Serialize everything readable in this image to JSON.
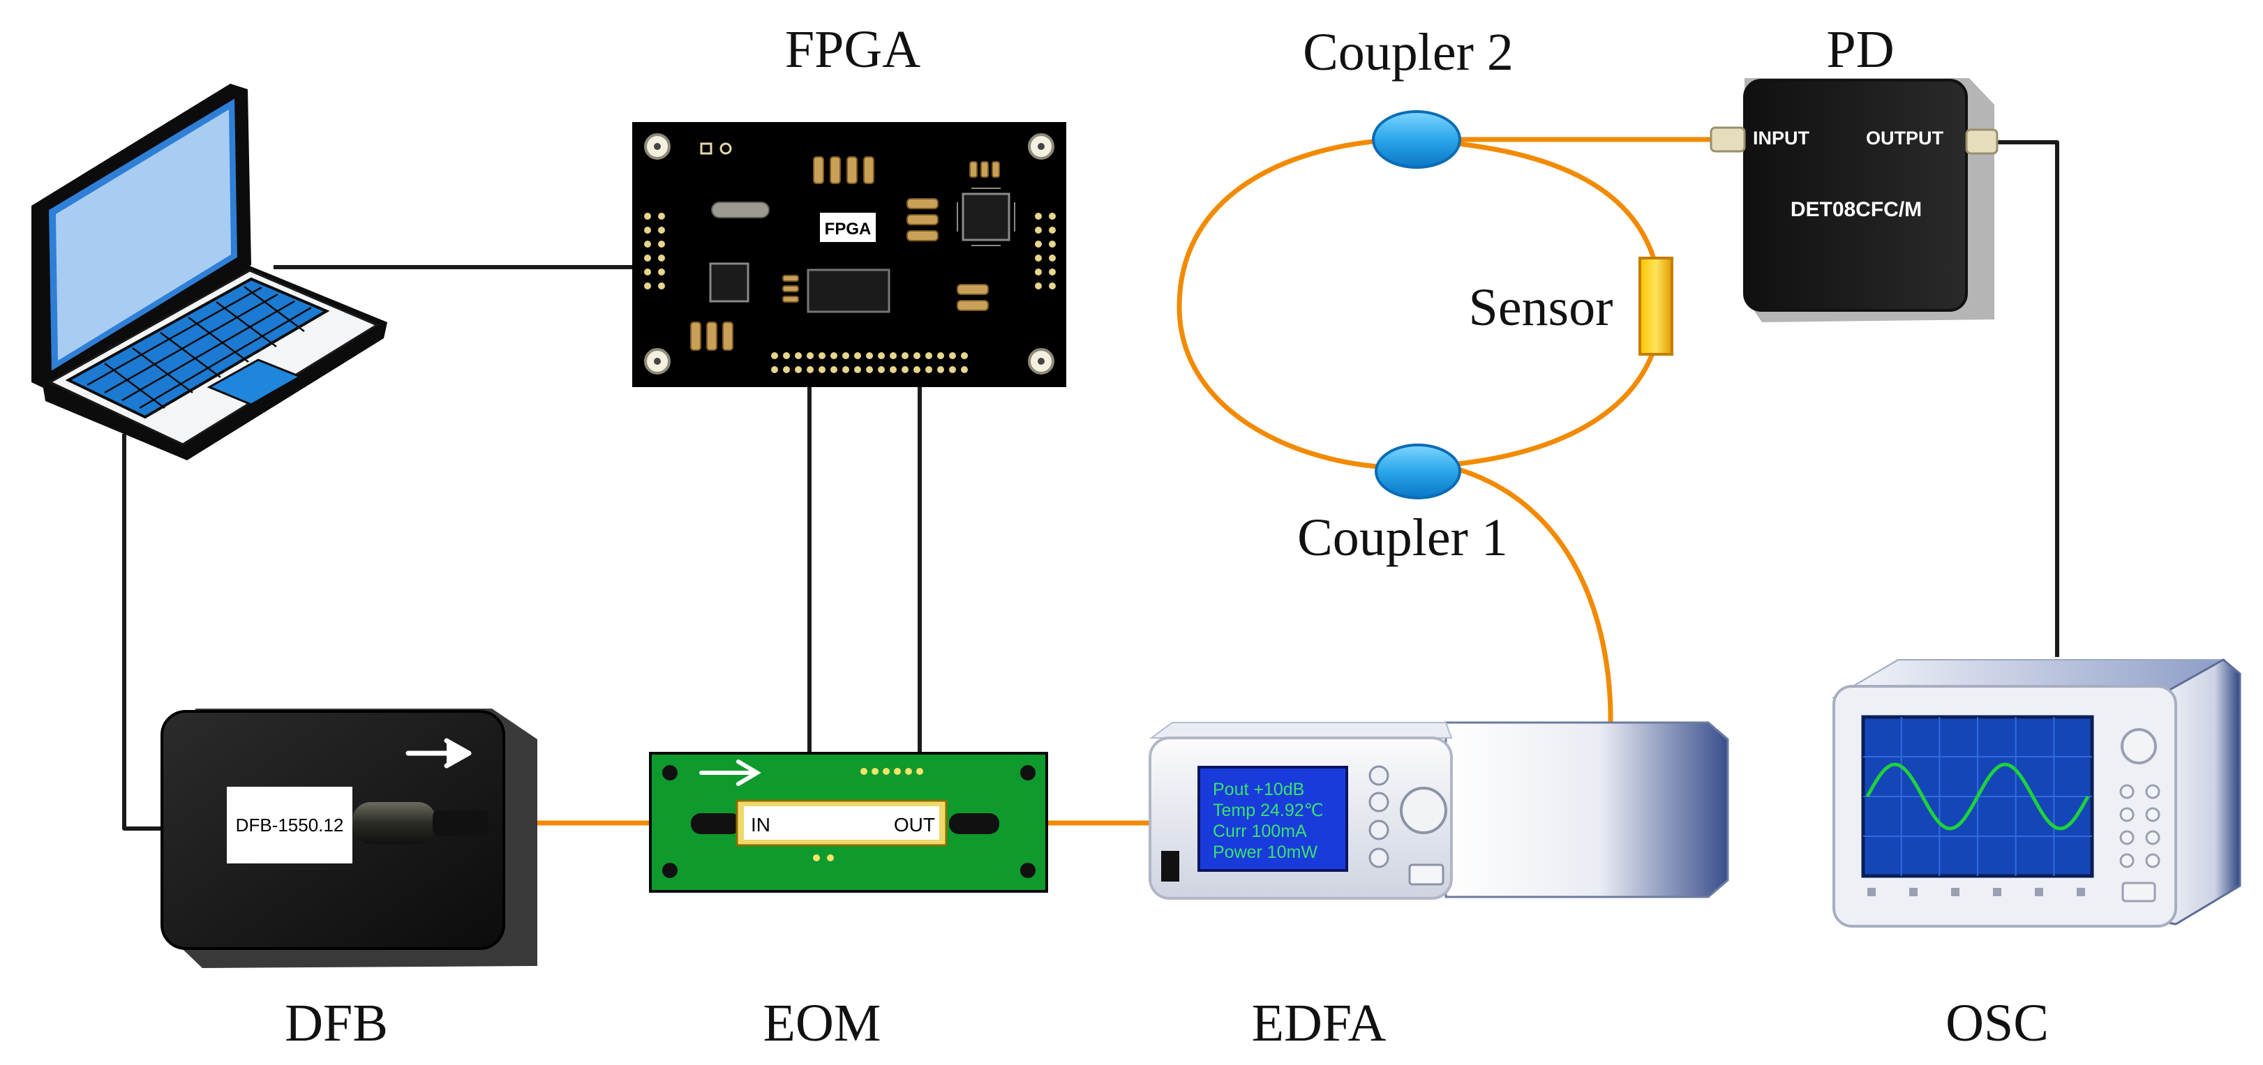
{
  "labels": {
    "fpga": "FPGA",
    "coupler2": "Coupler 2",
    "pd": "PD",
    "sensor": "Sensor",
    "coupler1": "Coupler 1",
    "dfb": "DFB",
    "eom": "EOM",
    "edfa": "EDFA",
    "osc": "OSC"
  },
  "fpga_chip_label": "FPGA",
  "pd_device": {
    "input_label": "INPUT",
    "output_label": "OUTPUT",
    "model": "DET08CFC/M"
  },
  "dfb_device": {
    "model_label": "DFB-1550.12"
  },
  "eom_device": {
    "in_label": "IN",
    "out_label": "OUT"
  },
  "edfa_display": {
    "lines": [
      "Pout  +10dB",
      "Temp  24.92℃",
      "Curr   100mA",
      "Power 10mW"
    ]
  },
  "colors": {
    "fiber": "#f28a00",
    "wire": "#1a1a1a",
    "coupler": "#2fb2ee",
    "sensor": "#f0b400",
    "pcb_green": "#0e9a2c",
    "fpga_board": "#000000",
    "laptop_blue": "#1e7fd0",
    "edfa_screen": "#1a3bdc",
    "edfa_text": "#39e36a",
    "osc_screen": "#1546b8",
    "osc_wave": "#1ed23a"
  },
  "icons": [
    "laptop-icon",
    "arrow-right-icon"
  ]
}
